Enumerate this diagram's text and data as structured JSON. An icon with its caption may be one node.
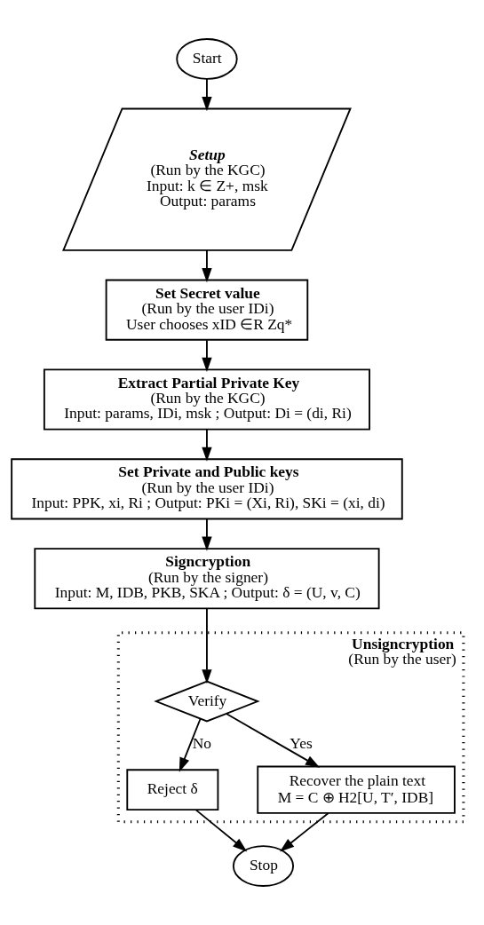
{
  "diagram": {
    "nodes": [
      {
        "text": [
          "Start"
        ]
      },
      {
        "text": [
          "Setup",
          "(Run by the KGC)",
          "Input: k ∈ Z+, msk",
          "Output: params"
        ]
      },
      {
        "text": [
          "Set Secret value",
          "(Run by the user IDi)",
          "User chooses xID ∈R Zq*"
        ]
      },
      {
        "text": [
          "Extract Partial Private Key",
          "(Run by the KGC)",
          "Input: params, IDi, msk ; Output: Di = (di, Ri)"
        ]
      },
      {
        "text": [
          "Set Private and Public keys",
          "(Run by the user IDi)",
          "Input: PPK, xi, Ri ; Output: PKi = (Xi, Ri), SKi = (xi, di)"
        ]
      },
      {
        "text": [
          "Signcryption",
          "(Run by the signer)",
          "Input: M, IDB, PKB, SKA ; Output: δ = (U, v, C)"
        ]
      },
      {
        "text": [
          "Unsigncryption",
          "(Run by the user)"
        ]
      },
      {
        "text": [
          "Verify"
        ],
        "in": 6
      },
      {
        "text": [
          "Reject δ"
        ],
        "in": 6
      },
      {
        "text": [
          "Recover the plain text",
          "M = C ⊕ H2[U, T′, IDB]"
        ],
        "in": 6
      },
      {
        "text": [
          "Stop"
        ]
      }
    ],
    "edges": [
      {
        "from": 0,
        "to": 1,
        "arrow": "to"
      },
      {
        "from": 1,
        "to": 2,
        "arrow": "to"
      },
      {
        "from": 2,
        "to": 3,
        "arrow": "to"
      },
      {
        "from": 3,
        "to": 4,
        "arrow": "to"
      },
      {
        "from": 4,
        "to": 5,
        "arrow": "to"
      },
      {
        "from": 5,
        "to": 7,
        "arrow": "to"
      },
      {
        "from": 7,
        "to": 8,
        "arrow": "to",
        "label": "No"
      },
      {
        "from": 7,
        "to": 9,
        "arrow": "to",
        "label": "Yes"
      },
      {
        "from": 8,
        "to": 10,
        "arrow": "to"
      },
      {
        "from": 9,
        "to": 10,
        "arrow": "to"
      }
    ]
  }
}
